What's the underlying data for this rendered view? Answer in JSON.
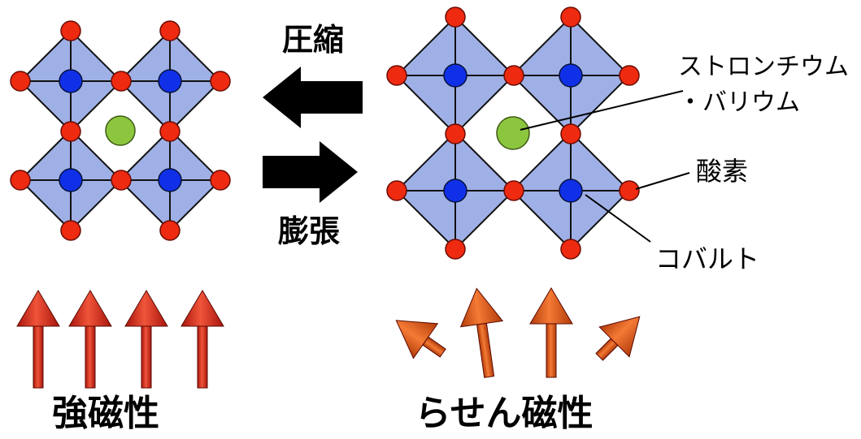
{
  "labels": {
    "compress": "圧縮",
    "expand": "膨張",
    "sr_ba_line1": "ストロンチウム",
    "sr_ba_line2": "・バリウム",
    "oxygen": "酸素",
    "cobalt": "コバルト",
    "ferromagnetism": "強磁性",
    "helimagnetism": "らせん磁性"
  },
  "colors": {
    "octahedron_fill": "#9fb0e6",
    "octahedron_edge": "#111111",
    "cobalt": "#1030e8",
    "oxygen": "#ee2a10",
    "sr_ba": "#8cc63f",
    "arrow_dark": "#000000",
    "ferro_arrow": "#d8321c",
    "helix_arrow": "#e0581c"
  },
  "icons": {
    "left_arrow": "arrow-left-icon",
    "right_arrow": "arrow-right-icon",
    "spin": "spin-arrow-icon"
  }
}
